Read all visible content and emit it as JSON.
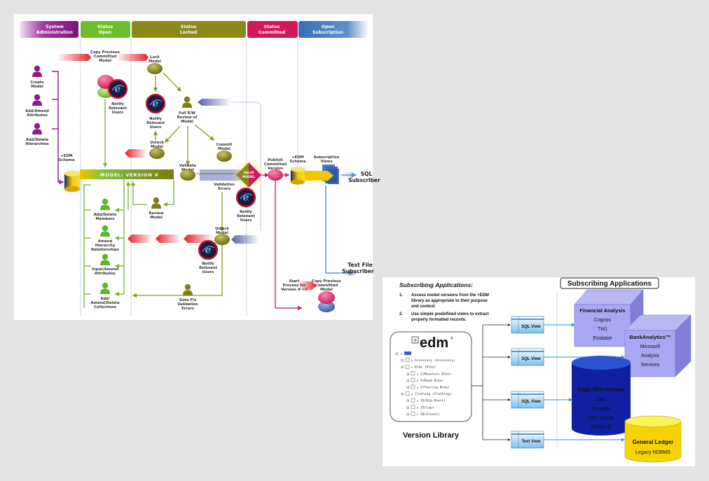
{
  "phases": [
    {
      "line1": "System",
      "line2": "Administration",
      "color": "#8b1a8b"
    },
    {
      "line1": "Status",
      "line2": "Open",
      "color": "#6cbf2a"
    },
    {
      "line1": "Status",
      "line2": "Locked",
      "color": "#8a8a1c"
    },
    {
      "line1": "Status",
      "line2": "Committed",
      "color": "#d0185a"
    },
    {
      "line1": "Open",
      "line2": "Subscription",
      "color": "#3a6fb5"
    }
  ],
  "admin_actions": [
    {
      "l1": "Create",
      "l2": "Model"
    },
    {
      "l1": "Add/Amend",
      "l2": "Attributes"
    },
    {
      "l1": "Add/Delete",
      "l2": "Hierarchies"
    }
  ],
  "edm_schema": {
    "l1": "+EDM",
    "l2": "Schema"
  },
  "copy_prev": {
    "l1": "Copy Previous",
    "l2": "Committed",
    "l3": "Model"
  },
  "notify": {
    "l1": "Notify",
    "l2": "Relevant",
    "l3": "Users"
  },
  "lock_model": {
    "l1": "Lock",
    "l2": "Model"
  },
  "full_review": {
    "l1": "Full R/W",
    "l2": "Review of",
    "l3": "Model"
  },
  "unlock_model": {
    "l1": "Unlock",
    "l2": "Model"
  },
  "validate_model": {
    "l1": "Validate",
    "l2": "Model"
  },
  "commit_model": {
    "l1": "Commit",
    "l2": "Model"
  },
  "valid_model": {
    "l1": "VALID",
    "l2": "MODEL"
  },
  "validation_errors": {
    "l1": "Validation",
    "l2": "Errors"
  },
  "model_version": "MODEL: VERSION #",
  "review_model": {
    "l1": "Review",
    "l2": "Model"
  },
  "open_actions": [
    {
      "l1": "Add/Delete",
      "l2": "Members",
      "l3": ""
    },
    {
      "l1": "Amend",
      "l2": "Hierarchy",
      "l3": "Relationships"
    },
    {
      "l1": "Input/Amend",
      "l2": "Attributes",
      "l3": ""
    },
    {
      "l1": "Add/",
      "l2": "Amend/Delete",
      "l3": "Collections"
    }
  ],
  "goto_fix": {
    "l1": "Goto Fix",
    "l2": "Validation",
    "l3": "Errors"
  },
  "publish": {
    "l1": "Publish",
    "l2": "Committed",
    "l3": "Version"
  },
  "subscription_views": {
    "l1": "Subscription",
    "l2": "Views"
  },
  "sql_subscriber": {
    "l1": "SQL",
    "l2": "Subscriber"
  },
  "text_subscriber": {
    "l1": "Text File",
    "l2": "Subscriber"
  },
  "start_process": {
    "l1": "Start",
    "l2": "Process for",
    "l3": "Version # +1"
  },
  "panel2": {
    "heading": "Subscribing Applications:",
    "steps": [
      {
        "num": "1.",
        "lines": [
          "Access model versions from the +EDM",
          "library as appropriate to their purpose",
          "and context"
        ]
      },
      {
        "num": "2.",
        "lines": [
          "Use simple predefined views to extract",
          "properly formatted records."
        ]
      }
    ],
    "edm_logo": "edm",
    "tree": [
      {
        "level": 0,
        "text": "",
        "selected": true
      },
      {
        "level": 1,
        "text": "Accessory (Accessory)"
      },
      {
        "level": 1,
        "text": "Bike (Bike)"
      },
      {
        "level": 2,
        "text": "1(Mountain Bike)"
      },
      {
        "level": 2,
        "text": "2(Road Bike)"
      },
      {
        "level": 2,
        "text": "3(Touring Bike)"
      },
      {
        "level": 1,
        "text": "Clothing (Clothing)"
      },
      {
        "level": 2,
        "text": "18(Bib-Short)"
      },
      {
        "level": 2,
        "text": "19(Cap)"
      },
      {
        "level": 2,
        "text": "20(Gloves)"
      }
    ],
    "version_library": "Version Library",
    "views": [
      "SQL View",
      "SQL View",
      "SQL View",
      "Text View"
    ],
    "apps_title": "Subscribing Applications",
    "financial": {
      "title": "Financial Analysis",
      "items": [
        "Cognos",
        "TM1",
        "Essbase"
      ]
    },
    "bank": {
      "title": "BankAnalytics™",
      "items": [
        "Microsoft",
        "Analysis",
        "Services"
      ]
    },
    "warehouse": {
      "title": "Data Warehouse",
      "items": [
        "DB2",
        "Teradata",
        "SQL Server",
        "ORACLE"
      ]
    },
    "ledger": {
      "title": "General Ledger",
      "items": [
        "Legacy RDBMS"
      ]
    }
  }
}
